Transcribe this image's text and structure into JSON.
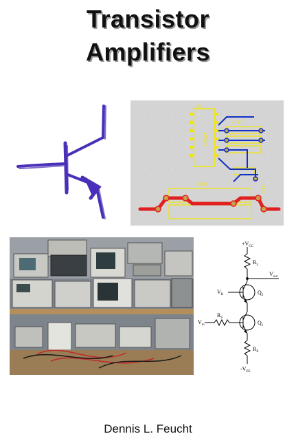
{
  "cover": {
    "title_line1": "Transistor",
    "title_line2": "Amplifiers",
    "author": "Dennis L. Feucht"
  },
  "pcb": {
    "chip_label": "LF347",
    "u_label": "U1",
    "resistor_label": "20m",
    "cap_label": "47pF",
    "conn_label": "R16"
  },
  "schematic": {
    "vcc": "+V",
    "vcc_sub": "CC",
    "rl": "R",
    "rl_sub": "L",
    "vout": "V",
    "vout_sub": "out",
    "vb": "V",
    "vb_sub": "B",
    "q2": "Q",
    "q2_sub": "2",
    "rs": "R",
    "rs_sub": "S",
    "vin": "V",
    "vin_sub": "in",
    "q1": "Q",
    "q1_sub": "1",
    "re": "R",
    "re_sub": "E",
    "vee": "-V",
    "vee_sub": "EE"
  },
  "colors": {
    "ink": "#111111",
    "sketch": "#4a2fb8",
    "pcb_bg": "#d4d4d4",
    "trace_red": "#e02020",
    "trace_blue": "#1030c0",
    "silk_yellow": "#f2e600"
  }
}
